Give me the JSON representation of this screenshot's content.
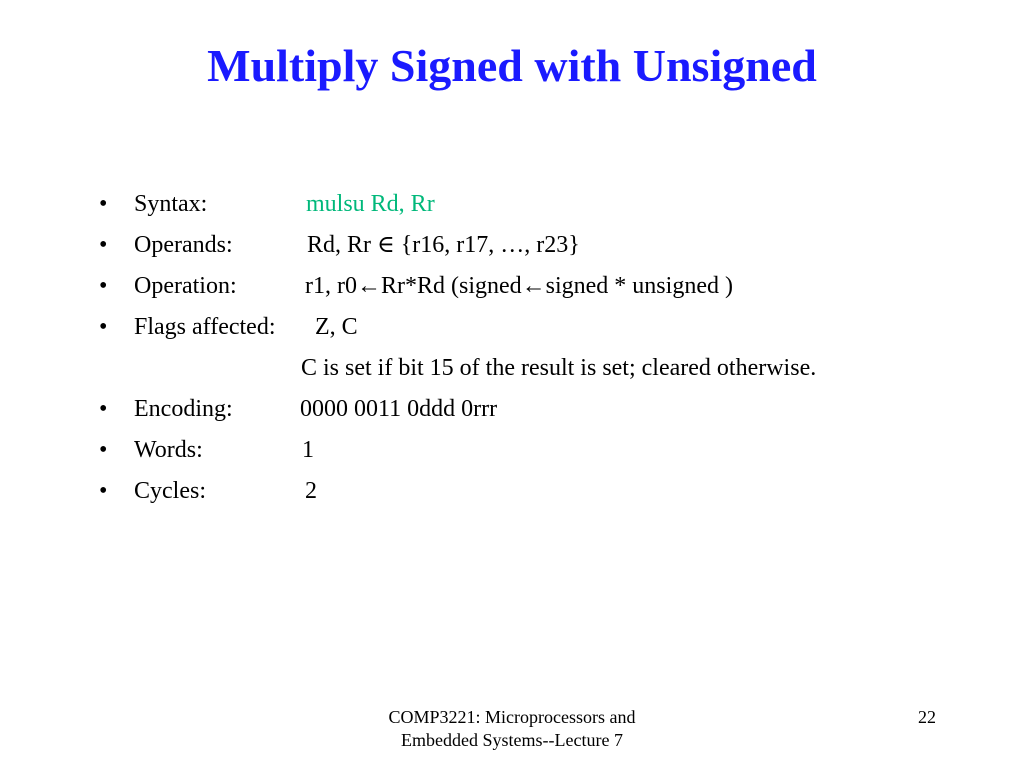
{
  "slide": {
    "title": "Multiply Signed with Unsigned",
    "bullet_char": "•",
    "items": [
      {
        "label": "Syntax:",
        "value": "mulsu Rd, Rr"
      },
      {
        "label": "Operands:",
        "value": "Rd, Rr ∈ {r16, r17, …, r23}"
      },
      {
        "label": "Operation:",
        "value": "r1, r0←Rr*Rd (signed←signed * unsigned )"
      },
      {
        "label": "Flags affected:",
        "value": "Z, C"
      },
      {
        "continuation": "C is set if bit 15 of the result is set; cleared otherwise."
      },
      {
        "label": "Encoding:",
        "value": "0000 0011 0ddd 0rrr"
      },
      {
        "label": "Words:",
        "value": "1"
      },
      {
        "label": "Cycles:",
        "value": "2"
      }
    ],
    "footer": {
      "line1": "COMP3221: Microprocessors and",
      "line2": "Embedded Systems--Lecture 7",
      "page_number": "22"
    }
  },
  "colors": {
    "title": "#1a1aff",
    "syntax_value": "#00b87a",
    "text": "#000000",
    "background": "#ffffff"
  }
}
